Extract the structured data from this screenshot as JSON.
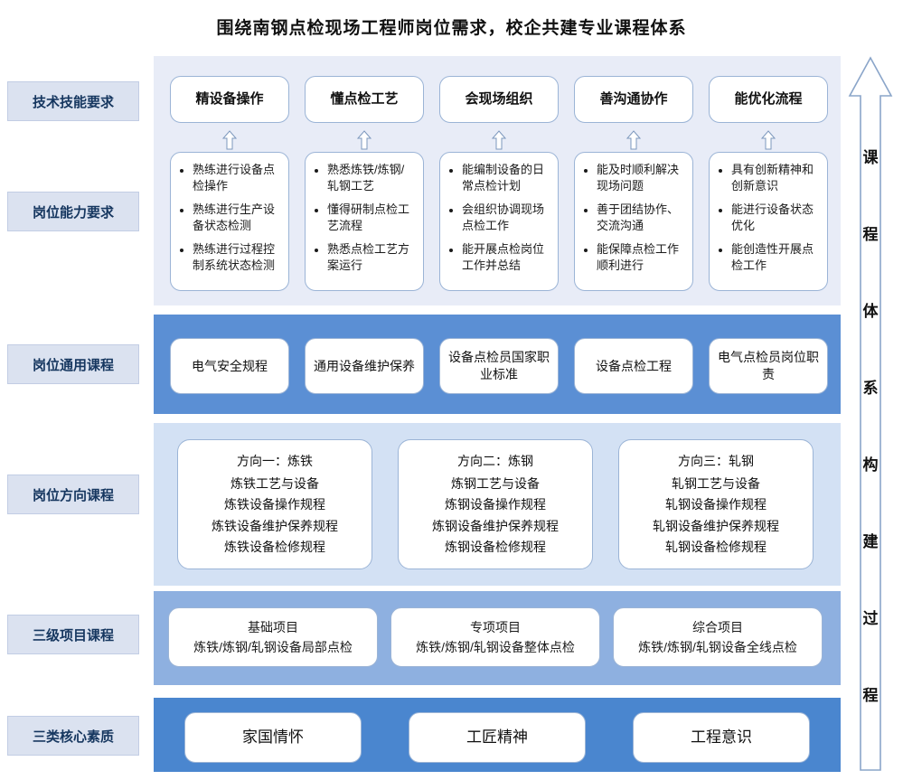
{
  "title": "围绕南钢点检现场工程师岗位需求，校企共建专业课程体系",
  "row_labels": [
    {
      "id": "tech-skill",
      "label": "技术技能要求"
    },
    {
      "id": "job-ability",
      "label": "岗位能力要求"
    },
    {
      "id": "general-course",
      "label": "岗位通用课程"
    },
    {
      "id": "direction-course",
      "label": "岗位方向课程"
    },
    {
      "id": "project-course",
      "label": "三级项目课程"
    },
    {
      "id": "core-quality",
      "label": "三类核心素质"
    }
  ],
  "tech_skills": [
    {
      "label": "精设备操作"
    },
    {
      "label": "懂点检工艺"
    },
    {
      "label": "会现场组织"
    },
    {
      "label": "善沟通协作"
    },
    {
      "label": "能优化流程"
    }
  ],
  "abilities": [
    {
      "items": [
        "熟练进行设备点检操作",
        "熟练进行生产设备状态检测",
        "熟练进行过程控制系统状态检测"
      ]
    },
    {
      "items": [
        "熟悉炼铁/炼钢/轧钢工艺",
        "懂得研制点检工艺流程",
        "熟悉点检工艺方案运行"
      ]
    },
    {
      "items": [
        "能编制设备的日常点检计划",
        "会组织协调现场点检工作",
        "能开展点检岗位工作并总结"
      ]
    },
    {
      "items": [
        "能及时顺利解决现场问题",
        "善于团结协作、交流沟通",
        "能保障点检工作顺利进行"
      ]
    },
    {
      "items": [
        "具有创新精神和创新意识",
        "能进行设备状态优化",
        "能创造性开展点检工作"
      ]
    }
  ],
  "general_courses": [
    {
      "label": "电气安全规程"
    },
    {
      "label": "通用设备维护保养"
    },
    {
      "label": "设备点检员国家职业标准"
    },
    {
      "label": "设备点检工程"
    },
    {
      "label": "电气点检员岗位职责"
    }
  ],
  "direction_courses": [
    {
      "head": "方向一：炼铁",
      "lines": [
        "炼铁工艺与设备",
        "炼铁设备操作规程",
        "炼铁设备维护保养规程",
        "炼铁设备检修规程"
      ]
    },
    {
      "head": "方向二：炼钢",
      "lines": [
        "炼钢工艺与设备",
        "炼钢设备操作规程",
        "炼钢设备维护保养规程",
        "炼钢设备检修规程"
      ]
    },
    {
      "head": "方向三：轧钢",
      "lines": [
        "轧钢工艺与设备",
        "轧钢设备操作规程",
        "轧钢设备维护保养规程",
        "轧钢设备检修规程"
      ]
    }
  ],
  "project_courses": [
    {
      "head": "基础项目",
      "sub": "炼铁/炼钢/轧钢设备局部点检"
    },
    {
      "head": "专项项目",
      "sub": "炼铁/炼钢/轧钢设备整体点检"
    },
    {
      "head": "综合项目",
      "sub": "炼铁/炼钢/轧钢设备全线点检"
    }
  ],
  "core_qualities": [
    {
      "label": "家国情怀"
    },
    {
      "label": "工匠精神"
    },
    {
      "label": "工程意识"
    }
  ],
  "right_bar": {
    "chars": [
      "课",
      "程",
      "体",
      "系",
      "构",
      "建",
      "过",
      "程"
    ]
  },
  "colors": {
    "label_bg": "#dbe2f0",
    "band_light": "#e8ecf7",
    "band_general": "#5b8fd4",
    "band_direction": "#d3e1f4",
    "band_project": "#8eb0e0",
    "band_quality": "#4a86cf",
    "card_border": "#9bb4d6"
  }
}
